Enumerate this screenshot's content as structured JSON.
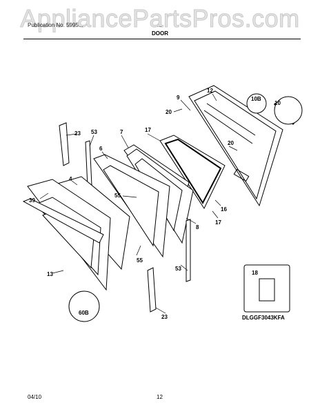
{
  "watermark": "AppliancePartsPros.com",
  "header": {
    "publication": "Publication No. 5995...",
    "section": "...",
    "title": "DOOR"
  },
  "callouts": {
    "p9": "9",
    "p12": "12",
    "p10b": "10B",
    "p10": "10",
    "p20a": "20",
    "p20b": "20",
    "p23a": "23",
    "p53a": "53",
    "p7": "7",
    "p17a": "17",
    "p6": "6",
    "p4": "4",
    "p39": "39",
    "p55a": "55",
    "p55b": "55",
    "p8": "8",
    "p16": "16",
    "p17b": "17",
    "p53b": "53",
    "p13": "13",
    "p60b": "60B",
    "p23b": "23",
    "p18": "18"
  },
  "model_number": "DLGGF3043KFA",
  "footer": {
    "date": "04/10",
    "page": "12"
  }
}
